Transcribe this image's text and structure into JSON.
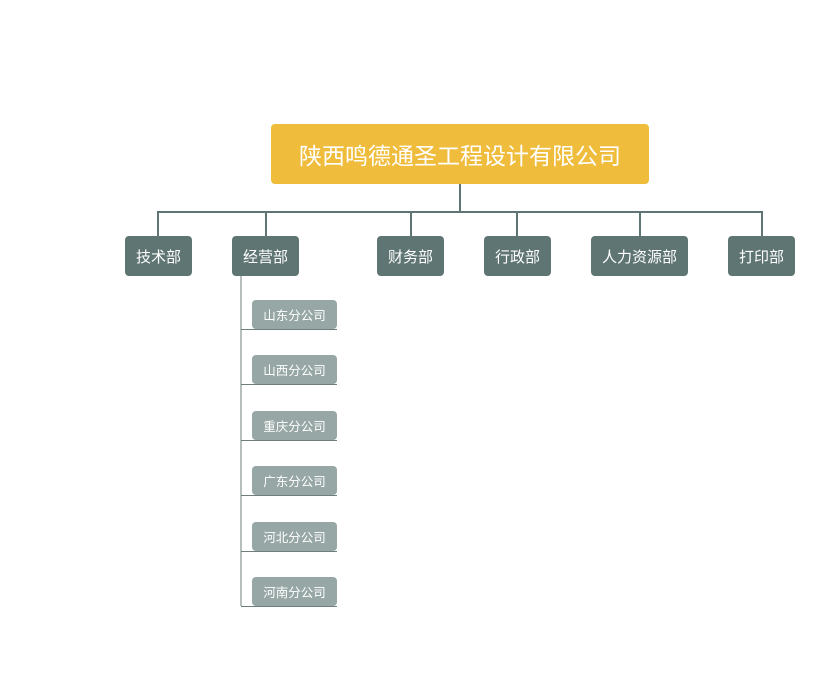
{
  "root": {
    "label": "陕西鸣德通圣工程设计有限公司"
  },
  "departments": [
    {
      "label": "技术部"
    },
    {
      "label": "经营部"
    },
    {
      "label": "财务部"
    },
    {
      "label": "行政部"
    },
    {
      "label": "人力资源部"
    },
    {
      "label": "打印部"
    }
  ],
  "branches": [
    {
      "label": "山东分公司"
    },
    {
      "label": "山西分公司"
    },
    {
      "label": "重庆分公司"
    },
    {
      "label": "广东分公司"
    },
    {
      "label": "河北分公司"
    },
    {
      "label": "河南分公司"
    }
  ],
  "colors": {
    "root": "#efbc3c",
    "department": "#5f7573",
    "branch": "#96a7a5",
    "connector": "#5f7573"
  }
}
